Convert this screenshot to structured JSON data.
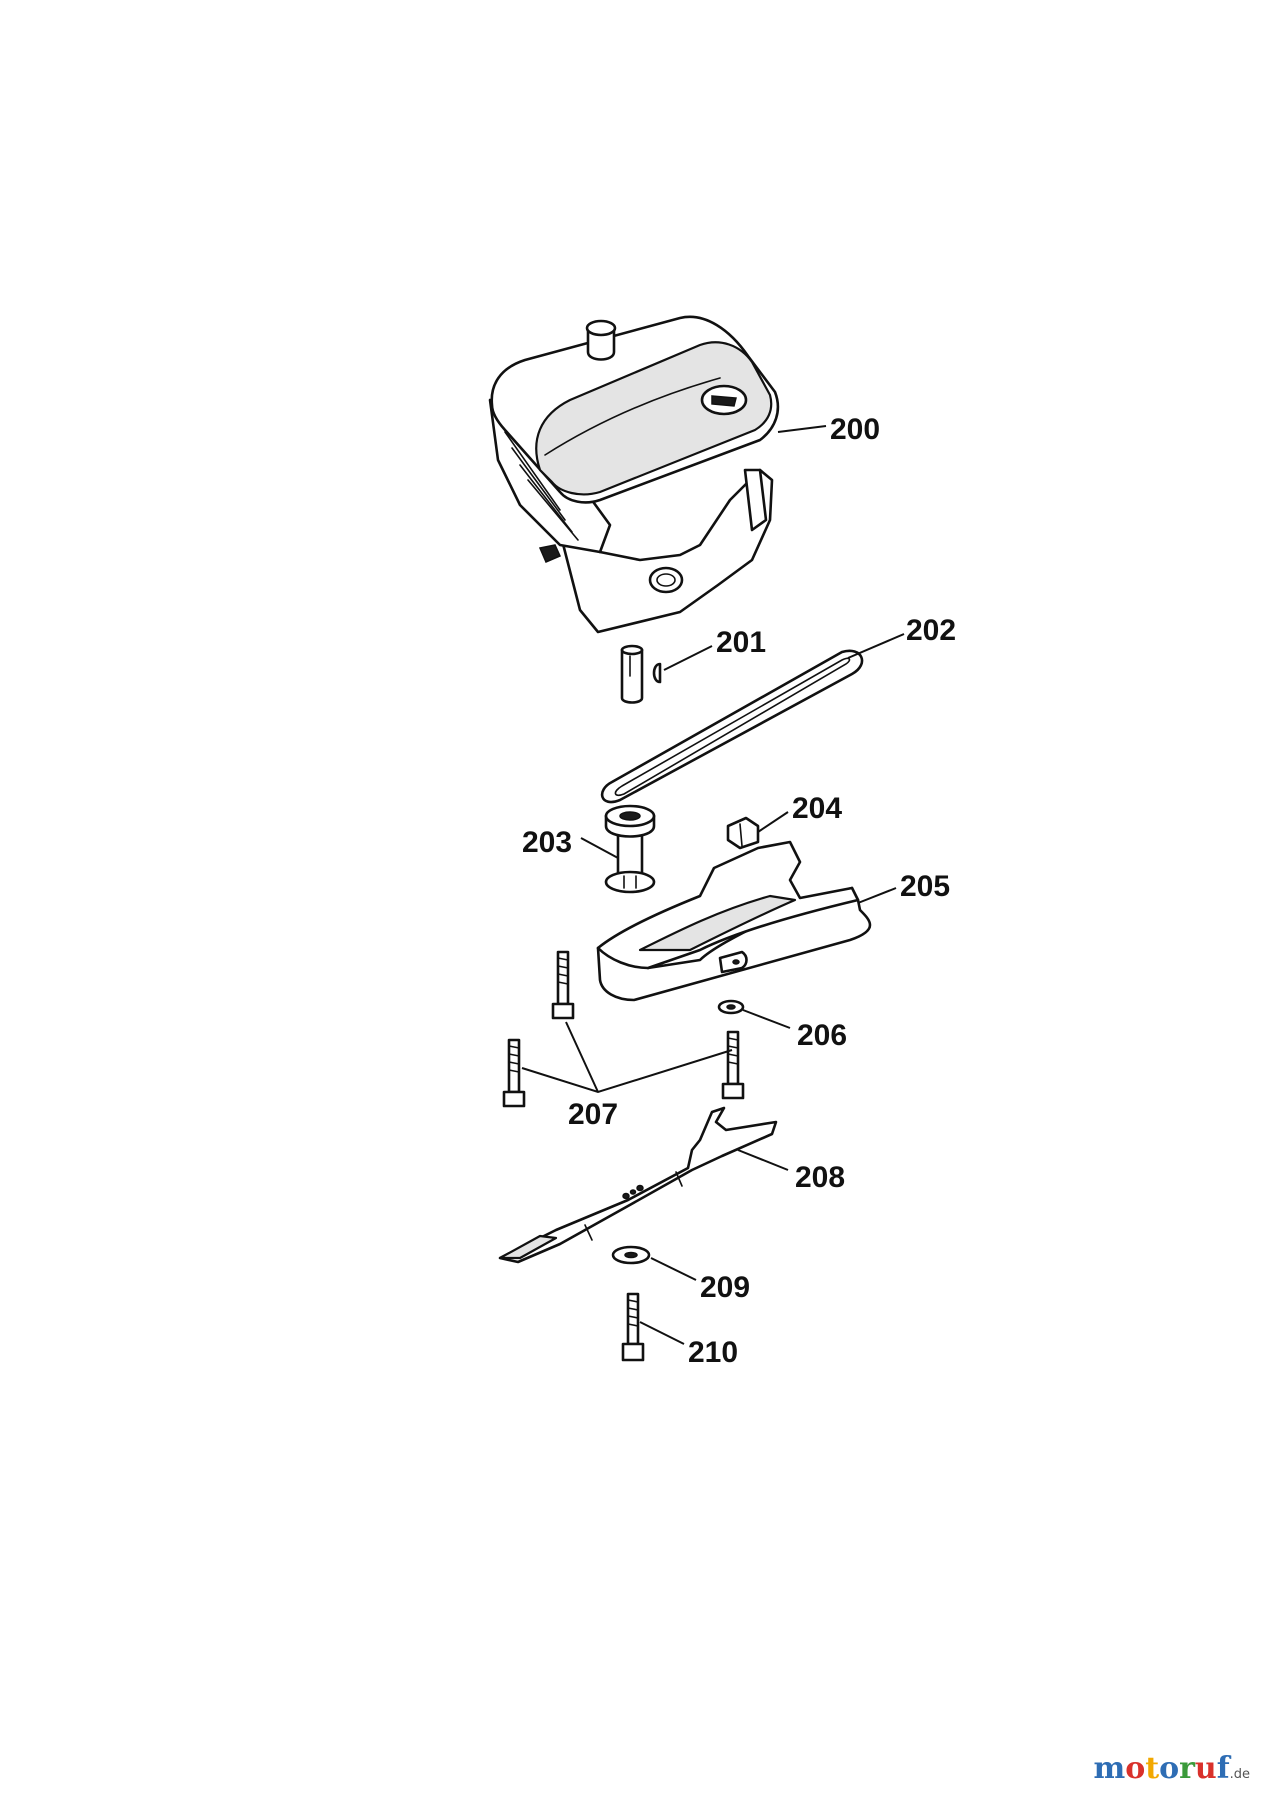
{
  "parts": {
    "p200": "200",
    "p201": "201",
    "p202": "202",
    "p203": "203",
    "p204": "204",
    "p205": "205",
    "p206": "206",
    "p207": "207",
    "p208": "208",
    "p209": "209",
    "p210": "210"
  },
  "watermark": {
    "letters": [
      "m",
      "o",
      "t",
      "o",
      "r",
      "u",
      "f"
    ],
    "letter_colors": [
      "#2e6db4",
      "#d9312b",
      "#f2a800",
      "#2e6db4",
      "#3a9a3a",
      "#d9312b",
      "#2e6db4"
    ],
    "suffix": ".de"
  }
}
